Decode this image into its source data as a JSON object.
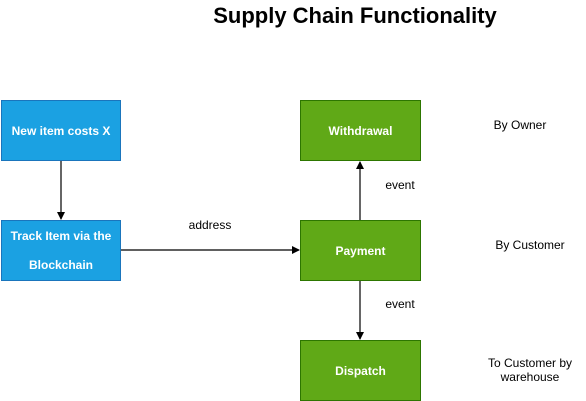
{
  "title": "Supply Chain Functionality",
  "nodes": {
    "new_item": "New item costs X",
    "track_item_line1": "Track Item via the",
    "track_item_line2": "Blockchain",
    "withdrawal": "Withdrawal",
    "payment": "Payment",
    "dispatch": "Dispatch"
  },
  "edges": {
    "track_to_payment": "address",
    "payment_to_withdrawal": "event",
    "payment_to_dispatch": "event"
  },
  "actors": {
    "withdrawal": "By Owner",
    "payment": "By Customer",
    "dispatch_line1": "To Customer by",
    "dispatch_line2": "warehouse"
  },
  "colors": {
    "blue_fill": "#1ba1e2",
    "green_fill": "#60a917",
    "arrow": "#000000"
  }
}
